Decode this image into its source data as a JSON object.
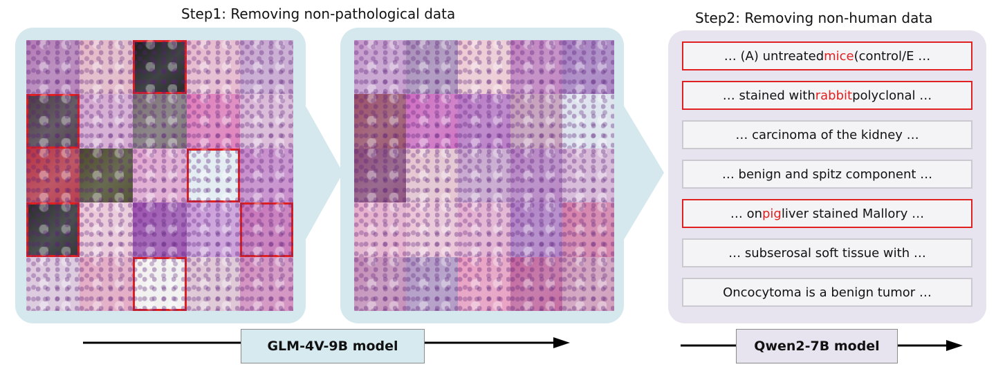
{
  "step1": {
    "title": "Step1: Removing non-pathological data"
  },
  "step2": {
    "title": "Step2: Removing non-human data"
  },
  "models": {
    "model_a": "GLM-4V-9B model",
    "model_b": "Qwen2-7B model"
  },
  "colors": {
    "panel_blue": "#d5e8ee",
    "panel_purple": "#e7e4ef",
    "flag_red": "#e02020"
  },
  "snippets": [
    {
      "pre": "… (A) untreated ",
      "hl": "mice",
      "post": " (control/E …",
      "flagged": true
    },
    {
      "pre": "… stained with ",
      "hl": "rabbit",
      "post": " polyclonal …",
      "flagged": true
    },
    {
      "pre": "… carcinoma of the kidney  …",
      "hl": "",
      "post": "",
      "flagged": false
    },
    {
      "pre": "… benign and spitz component …",
      "hl": "",
      "post": "",
      "flagged": false
    },
    {
      "pre": "… on ",
      "hl": "pig",
      "post": " liver stained Mallory …",
      "flagged": true
    },
    {
      "pre": "… subserosal soft tissue with …",
      "hl": "",
      "post": "",
      "flagged": false
    },
    {
      "pre": "Oncocytoma is a benign tumor …",
      "hl": "",
      "post": "",
      "flagged": false
    }
  ]
}
